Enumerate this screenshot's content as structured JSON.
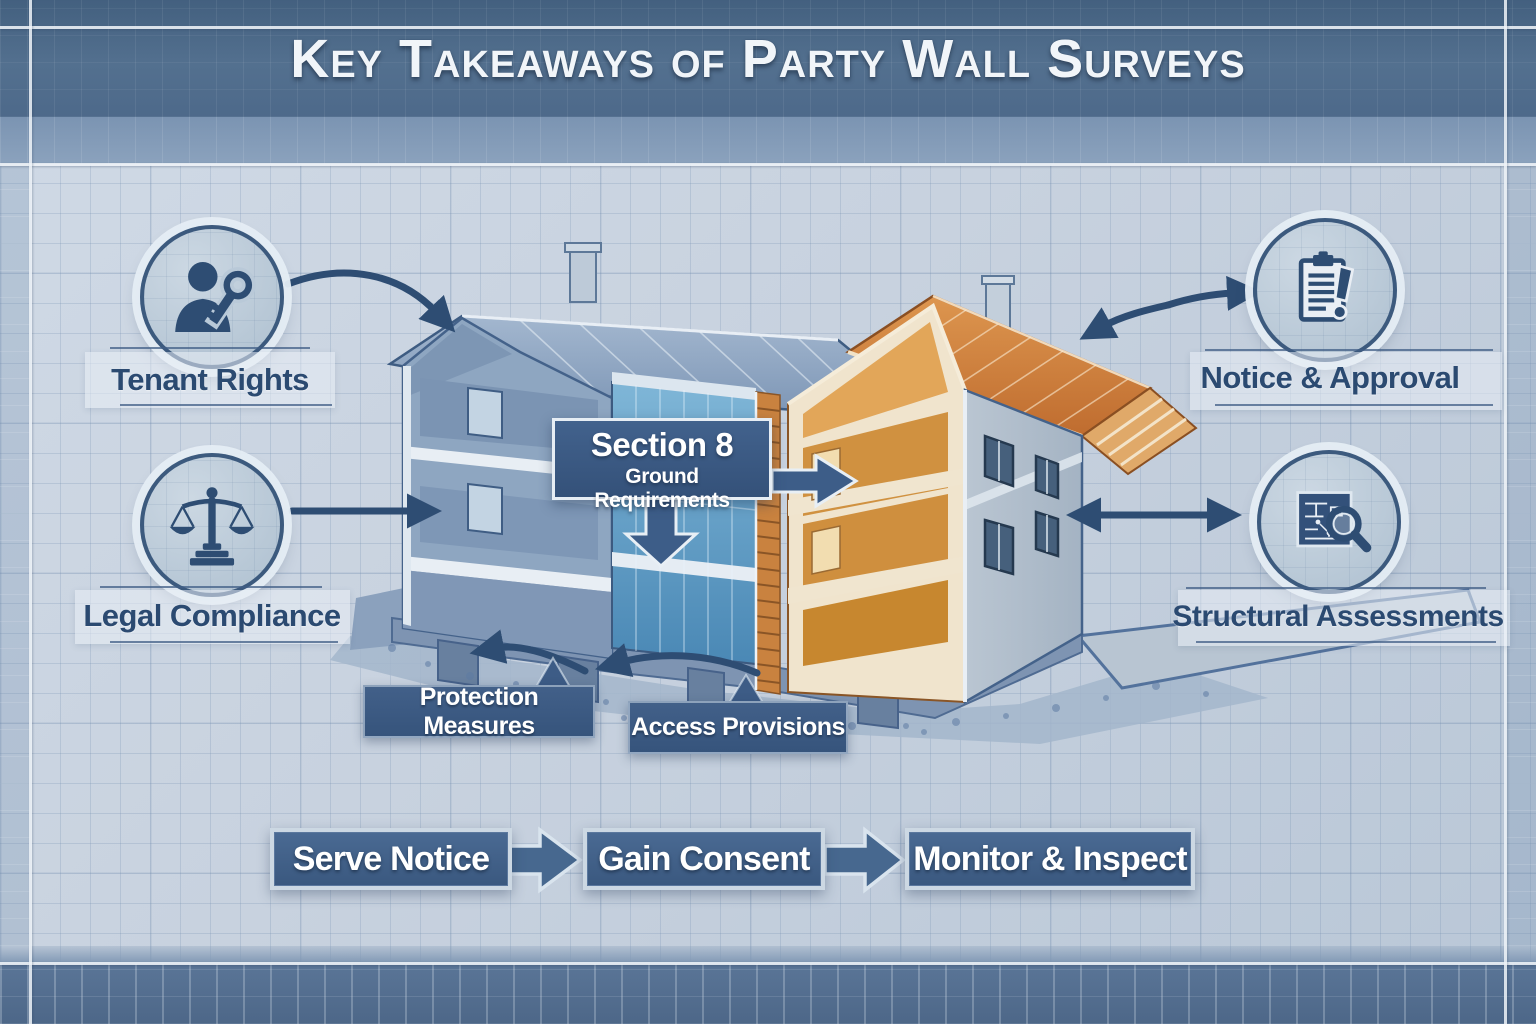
{
  "title": "Key Takeaways of Party Wall Surveys",
  "callouts": {
    "tenant_rights": {
      "label": "Tenant Rights",
      "icon": "person-key-icon"
    },
    "legal_compliance": {
      "label": "Legal Compliance",
      "icon": "scales-icon"
    },
    "notice_approval": {
      "label": "Notice & Approval",
      "icon": "clipboard-alert-icon"
    },
    "structural_assessments": {
      "label": "Structural Assessments",
      "icon": "blueprint-magnifier-icon"
    }
  },
  "house_labels": {
    "section8": {
      "title": "Section 8",
      "subtitle": "Ground Requirements"
    },
    "protection": {
      "label": "Protection Measures"
    },
    "access": {
      "label": "Access Provisions"
    }
  },
  "process_steps": [
    {
      "label": "Serve Notice"
    },
    {
      "label": "Gain Consent"
    },
    {
      "label": "Monitor & Inspect"
    }
  ],
  "colors": {
    "banner_blue": "#4e6a8b",
    "background_blueprint": "#c8d2df",
    "accent_dark_blue": "#2e4d73",
    "label_box_blue": "#3d5d88",
    "step_box_blue": "#40608a",
    "roof_orange": "#cf7c3a",
    "party_wall_orange": "#c9823f",
    "glass_teal": "#5f9cc4",
    "frame_white": "#eef3f8"
  }
}
